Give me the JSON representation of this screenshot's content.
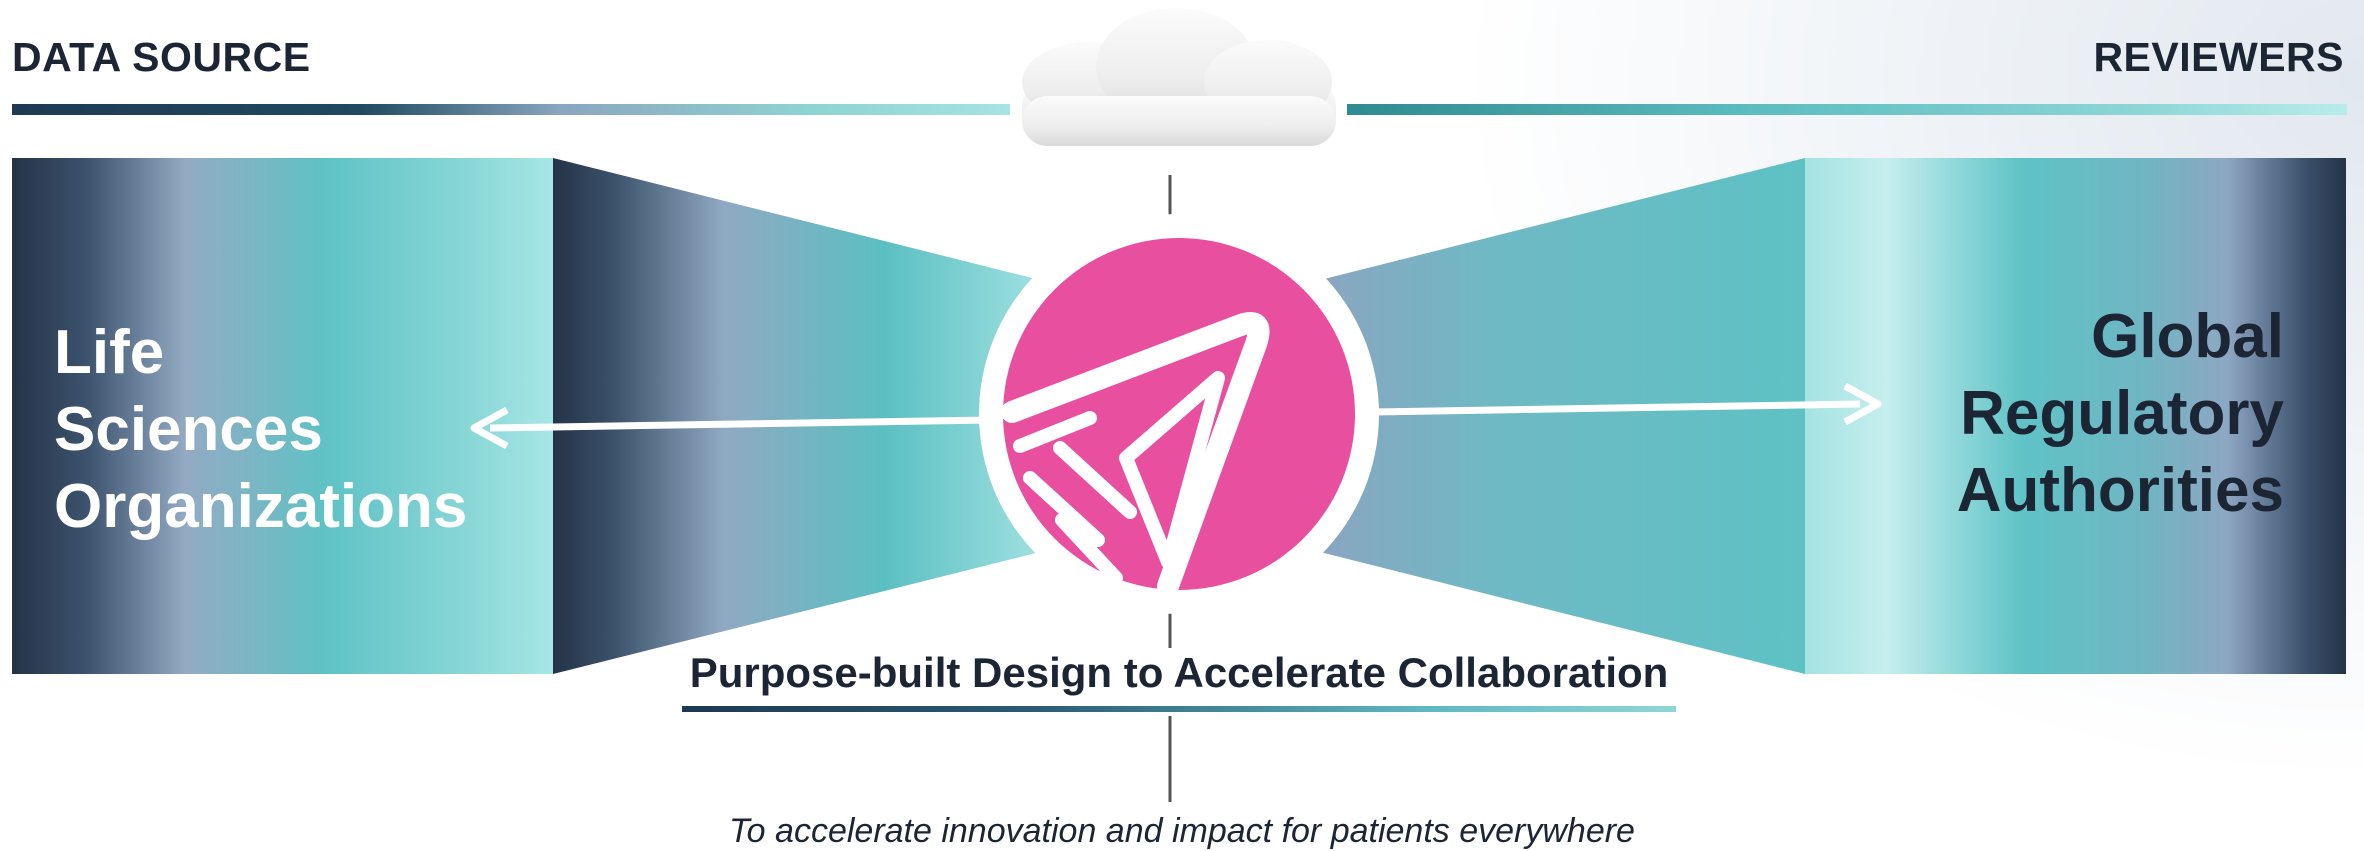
{
  "header": {
    "left_title": "DATA SOURCE",
    "right_title": "REVIEWERS"
  },
  "panels": {
    "left_label": "Life\nSciences\nOrganizations",
    "right_label": "Global\nRegulatory\nAuthorities"
  },
  "center": {
    "icon": "cloud-icon",
    "logo": "pink-circle-a-logo",
    "logo_color": "#e94f9f",
    "title": "Purpose-built Design to Accelerate Collaboration"
  },
  "footer": {
    "tagline": "To accelerate innovation and impact for patients everywhere"
  },
  "colors": {
    "navy": "#1c2533",
    "teal": "#5fc3c6",
    "slate_blue": "#8ea7c3",
    "light_teal": "#c3ecec"
  }
}
